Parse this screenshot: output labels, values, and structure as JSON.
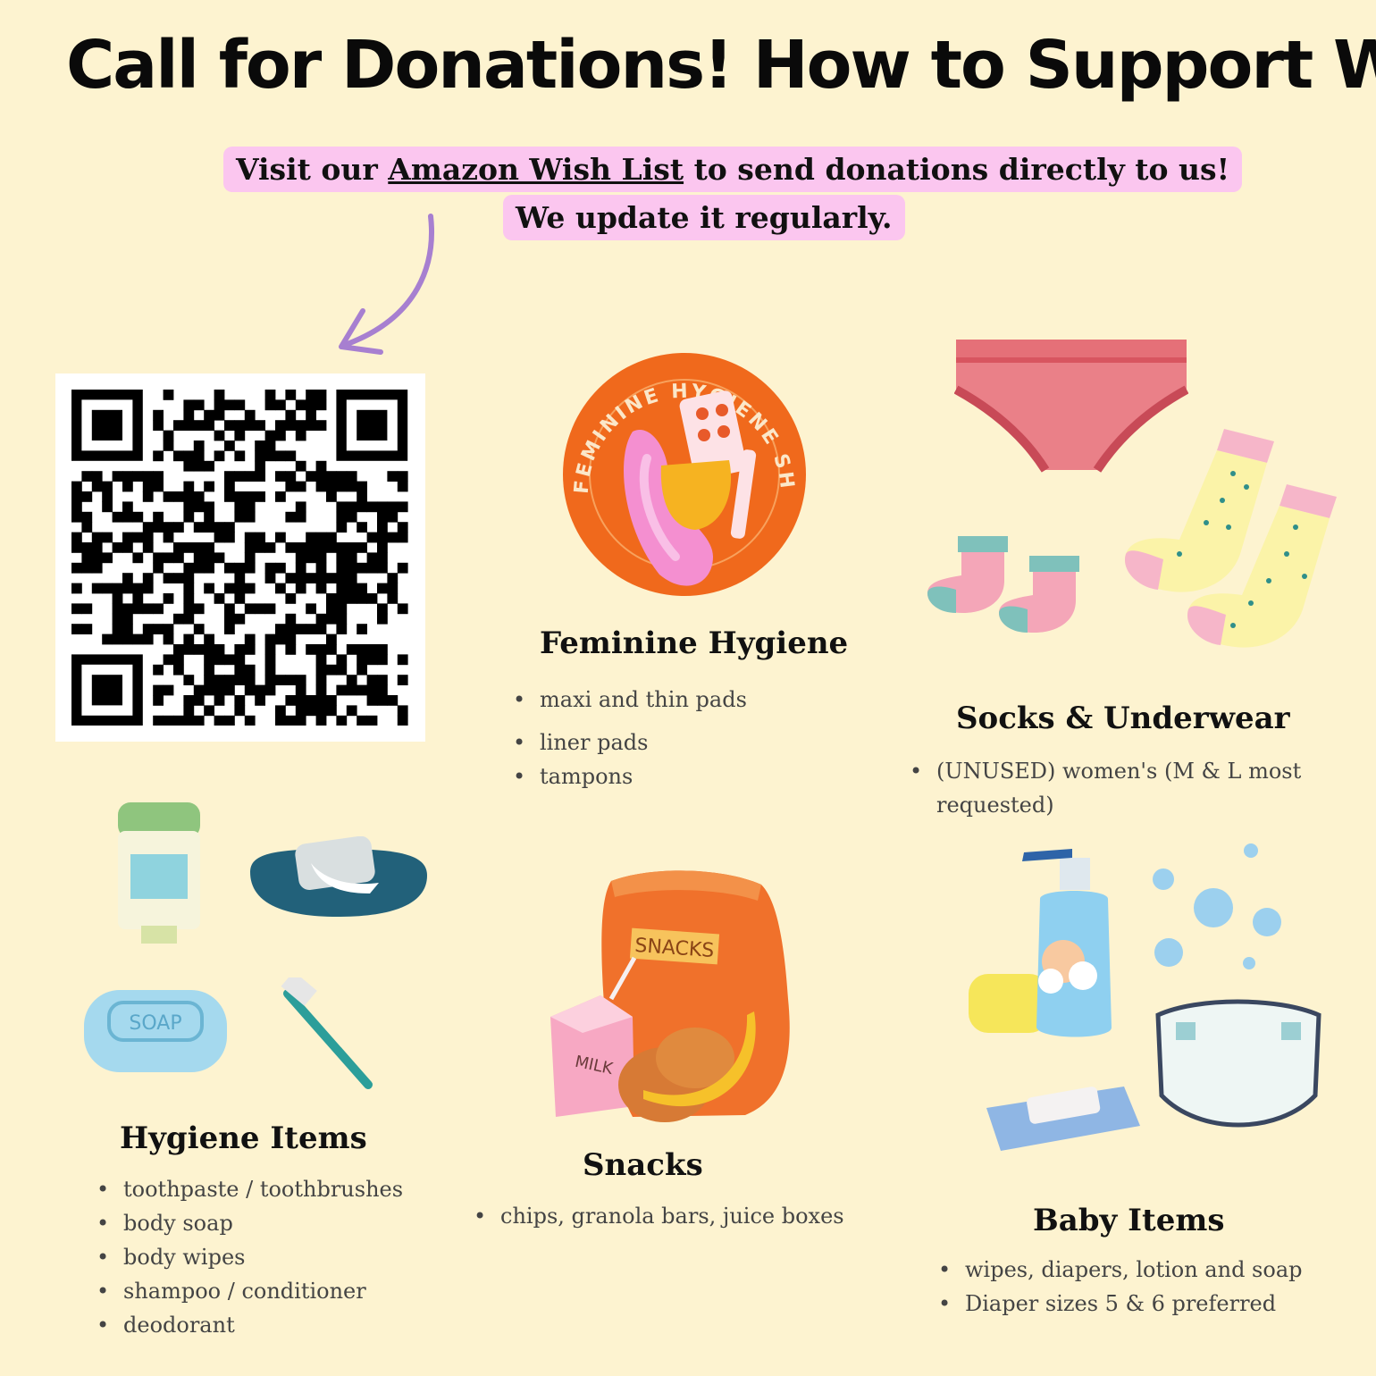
{
  "title": "Call for Donations! How to Support WDDC",
  "banner": {
    "line1_prefix": "Visit our ",
    "line1_link": "Amazon Wish List",
    "line1_suffix": " to send donations directly to us!",
    "line2": "We update it regularly."
  },
  "colors": {
    "background": "#fdf3d0",
    "highlight": "#fbc6ef",
    "arrow": "#a77fd0"
  },
  "qr_code": {
    "icon": "qr-code"
  },
  "feminine_badge": {
    "text": "FEMININE HYGIENE SHOULD BE FREE"
  },
  "sections": {
    "feminine": {
      "heading": "Feminine Hygiene",
      "items": [
        "maxi and thin pads",
        "liner pads",
        "tampons"
      ]
    },
    "socks": {
      "heading": "Socks & Underwear",
      "items": [
        "(UNUSED) women's (M & L most requested)"
      ]
    },
    "hygiene": {
      "heading": "Hygiene Items",
      "items": [
        "toothpaste / toothbrushes",
        "body soap",
        "body wipes",
        "shampoo / conditioner",
        "deodorant"
      ]
    },
    "snacks": {
      "heading": "Snacks",
      "items": [
        "chips, granola bars, juice boxes"
      ]
    },
    "baby": {
      "heading": "Baby Items",
      "items": [
        "wipes, diapers, lotion and soap",
        "Diaper sizes 5 & 6 preferred"
      ]
    }
  },
  "illustration_labels": {
    "snacks_bag": "SNACKS",
    "milk": "MILK",
    "soap": "SOAP"
  }
}
